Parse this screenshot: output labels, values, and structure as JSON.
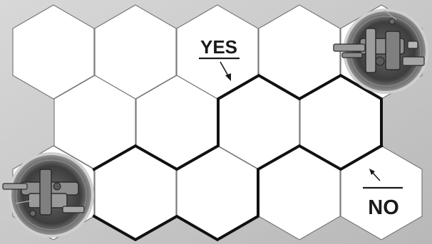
{
  "labels": {
    "yes": "YES",
    "no": "NO"
  },
  "colors": {
    "background": "#c4c4c4",
    "hex_fill": "#ffffff",
    "hex_border": "#7a7a7a",
    "thick_border": "#111111",
    "text": "#1a1a1a"
  },
  "pieces": [
    {
      "name": "spaceship-miniature-top-right",
      "icon": "spaceship-miniature-icon"
    },
    {
      "name": "spaceship-miniature-bottom-left",
      "icon": "spaceship-miniature-icon"
    }
  ]
}
